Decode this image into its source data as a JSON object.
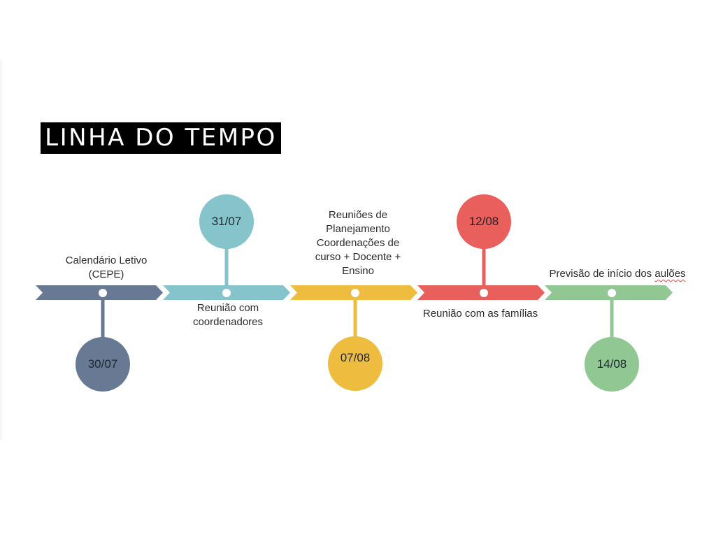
{
  "title": "LINHA DO TEMPO",
  "colors": {
    "slate": "#687a93",
    "teal": "#86c4cc",
    "yellow": "#eebc3f",
    "red": "#e85f5c",
    "green": "#91c793"
  },
  "events": [
    {
      "date": "30/07",
      "label_lines": [
        "Calendário Letivo",
        "(CEPE)"
      ],
      "color": "#687a93",
      "circle_position": "below",
      "label_position": "above"
    },
    {
      "date": "31/07",
      "label_lines": [
        "Reunião com",
        "coordenadores"
      ],
      "color": "#86c4cc",
      "circle_position": "above",
      "label_position": "below"
    },
    {
      "date": "07/08",
      "label_lines": [
        "Reuniões de",
        "Planejamento",
        "Coordenações de",
        "curso + Docente +",
        "Ensino"
      ],
      "color": "#eebc3f",
      "circle_position": "below",
      "label_position": "above"
    },
    {
      "date": "12/08",
      "label_lines": [
        "Reunião com as famílias"
      ],
      "color": "#e85f5c",
      "circle_position": "above",
      "label_position": "below"
    },
    {
      "date": "14/08",
      "label_lines": [
        "Previsão de início dos aulões"
      ],
      "label_prefix": "Previsão de início dos ",
      "label_flagged": "aulões",
      "color": "#91c793",
      "circle_position": "below",
      "label_position": "above"
    }
  ]
}
